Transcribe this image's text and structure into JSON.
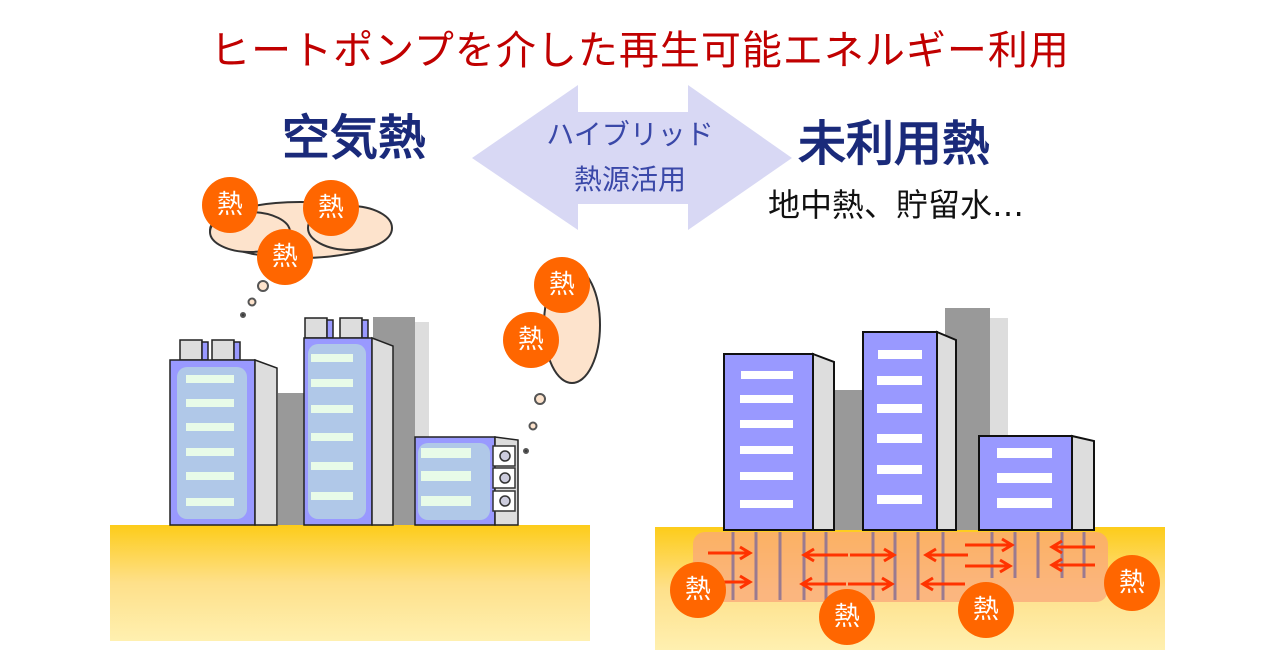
{
  "title": "ヒートポンプを介した再生可能エネルギー利用",
  "left_label": "空気熱",
  "center_arrow": {
    "line1": "ハイブリッド",
    "line2": "熱源活用"
  },
  "right_label": "未利用熱",
  "right_sublabel": "地中熱、貯留水…",
  "heat_badge": "熱",
  "colors": {
    "title": "#c00000",
    "heat": "#ff6600",
    "building": "#9999ff",
    "arrow": "#ff3300",
    "ground": "#fdcc1a"
  }
}
